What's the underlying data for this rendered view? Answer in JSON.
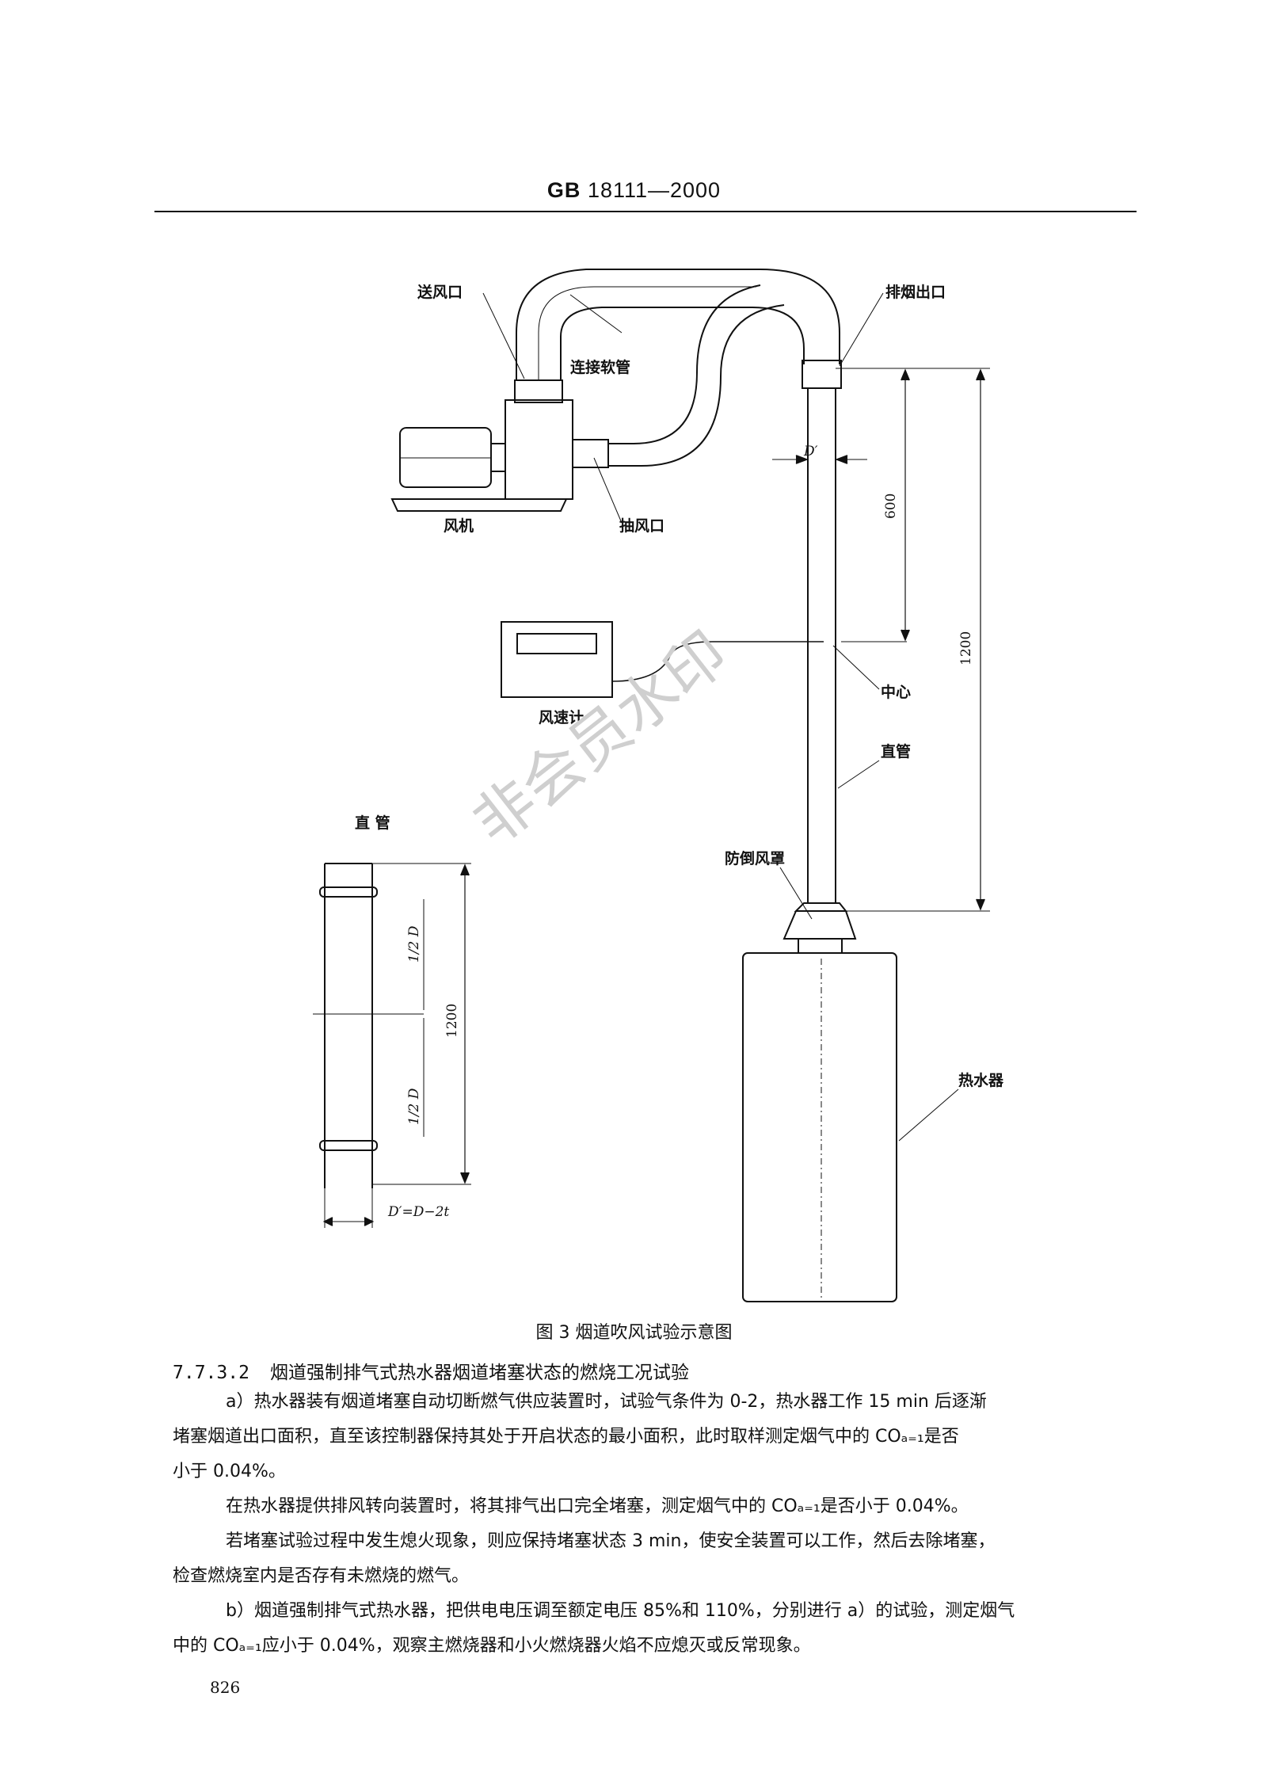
{
  "header": {
    "std_code": "GB",
    "std_number": "18111—2000"
  },
  "figure": {
    "labels": {
      "air_supply_port": "送风口",
      "flexible_hose": "连接软管",
      "flue_outlet": "排烟出口",
      "fan": "风机",
      "suction_port": "抽风口",
      "d_prime": "D′",
      "dim_600": "600",
      "dim_1200_right": "1200",
      "center": "中心",
      "anemometer": "风速计",
      "straight_pipe": "直管",
      "straight_pipe_detail_title": "直  管",
      "anti_backdraft_hood": "防倒风罩",
      "half_d_top": "1/2 D",
      "half_d_bottom": "1/2 D",
      "dim_1200_left": "1200",
      "d_formula": "D′=D−2t",
      "water_heater": "热水器"
    },
    "caption": "图 3   烟道吹风试验示意图"
  },
  "watermark": "非会员水印",
  "section": {
    "number": "7.7.3.2",
    "title": "烟道强制排气式热水器烟道堵塞状态的燃烧工况试验"
  },
  "paragraphs": {
    "a_line1": "a）热水器装有烟道堵塞自动切断燃气供应装置时，试验气条件为 0-2，热水器工作 15 min 后逐渐",
    "a_line2": "堵塞烟道出口面积，直至该控制器保持其处于开启状态的最小面积，此时取样测定烟气中的 COₐ₌₁是否",
    "a_line3": "小于 0.04%。",
    "p2": "在热水器提供排风转向装置时，将其排气出口完全堵塞，测定烟气中的 COₐ₌₁是否小于 0.04%。",
    "p3_line1": "若堵塞试验过程中发生熄火现象，则应保持堵塞状态 3 min，使安全装置可以工作，然后去除堵塞，",
    "p3_line2": "检查燃烧室内是否存有未燃烧的燃气。",
    "b_line1": "b）烟道强制排气式热水器，把供电电压调至额定电压 85%和 110%，分别进行 a）的试验，测定烟气",
    "b_line2": "中的 COₐ₌₁应小于 0.04%，观察主燃烧器和小火燃烧器火焰不应熄灭或反常现象。"
  },
  "page_number": "826"
}
